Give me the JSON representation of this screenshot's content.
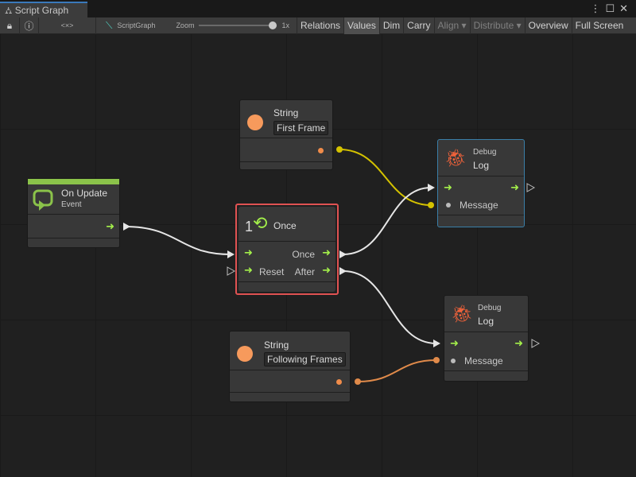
{
  "window": {
    "tab_title": "Script Graph",
    "icons": [
      "hierarchy-icon",
      "more-vert-icon",
      "maximize-icon",
      "close-icon"
    ]
  },
  "toolbar": {
    "lock": "lock-icon",
    "info": "info-icon",
    "code": "<×>",
    "graph_name": "ScriptGraph",
    "zoom_label": "Zoom",
    "zoom_value": "1x",
    "zoom_level": 1.0,
    "buttons": [
      {
        "label": "Relations",
        "active": false
      },
      {
        "label": "Values",
        "active": true
      },
      {
        "label": "Dim",
        "active": false
      },
      {
        "label": "Carry",
        "active": false
      },
      {
        "label": "Align ▾",
        "disabled": true
      },
      {
        "label": "Distribute ▾",
        "disabled": true
      },
      {
        "label": "Overview"
      },
      {
        "label": "Full Screen"
      }
    ]
  },
  "nodes": {
    "string1": {
      "title": "String",
      "value": "First Frame"
    },
    "on_update": {
      "title": "On Update",
      "subtitle": "Event",
      "accent": "#8bc34a"
    },
    "once": {
      "title": "Once",
      "count": "1",
      "out_once": "Once",
      "in_reset": "Reset",
      "out_after": "After",
      "selected_color": "#e05252"
    },
    "debug1": {
      "category": "Debug",
      "title": "Log",
      "port": "Message"
    },
    "debug2": {
      "category": "Debug",
      "title": "Log",
      "port": "Message"
    },
    "string2": {
      "title": "String",
      "value": "Following Frames"
    }
  },
  "colors": {
    "control_flow": "#a3ef4a",
    "string_port": "#f08c4a",
    "wire_yellow": "#d4c200",
    "wire_orange": "#e08a4a",
    "wire_white": "#e6e6e6",
    "bug": "#f0623a"
  }
}
